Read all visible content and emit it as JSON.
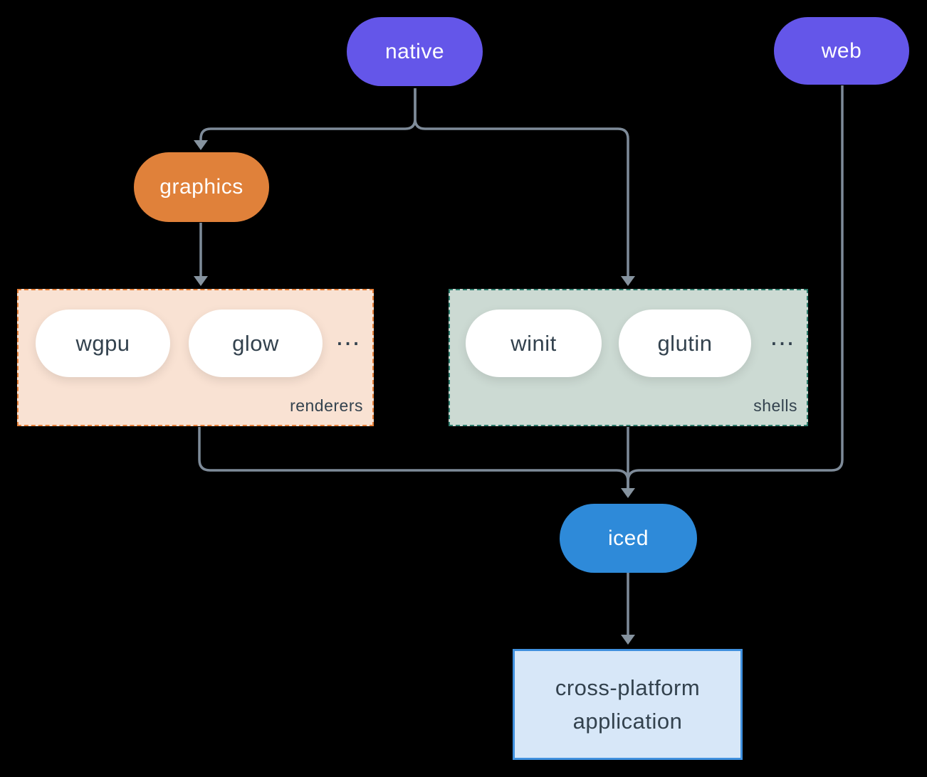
{
  "diagram": {
    "background_color": "#000000",
    "connector_color": "#7e8b99",
    "nodes": {
      "native": {
        "label": "native",
        "color": "#6456e9",
        "text_color": "#ffffff"
      },
      "web": {
        "label": "web",
        "color": "#6456e9",
        "text_color": "#ffffff"
      },
      "graphics": {
        "label": "graphics",
        "color": "#e0813a",
        "text_color": "#ffffff"
      },
      "iced": {
        "label": "iced",
        "color": "#2e8ad9",
        "text_color": "#ffffff"
      },
      "application": {
        "label_line1": "cross-platform",
        "label_line2": "application",
        "fill": "#d7e7f8",
        "border": "#3f90de",
        "text_color": "#33424e"
      }
    },
    "groups": {
      "renderers": {
        "label": "renderers",
        "fill": "#f9e2d3",
        "border": "#e8823b",
        "items": [
          "wgpu",
          "glow"
        ],
        "ellipsis": "..."
      },
      "shells": {
        "label": "shells",
        "fill": "#ccdad3",
        "border": "#2f7e6e",
        "items": [
          "winit",
          "glutin"
        ],
        "ellipsis": "..."
      }
    },
    "edges": [
      {
        "from": "native",
        "to": "graphics"
      },
      {
        "from": "native",
        "to": "shells"
      },
      {
        "from": "graphics",
        "to": "renderers"
      },
      {
        "from": "renderers",
        "to": "iced"
      },
      {
        "from": "shells",
        "to": "iced"
      },
      {
        "from": "web",
        "to": "iced"
      },
      {
        "from": "iced",
        "to": "application"
      }
    ]
  }
}
